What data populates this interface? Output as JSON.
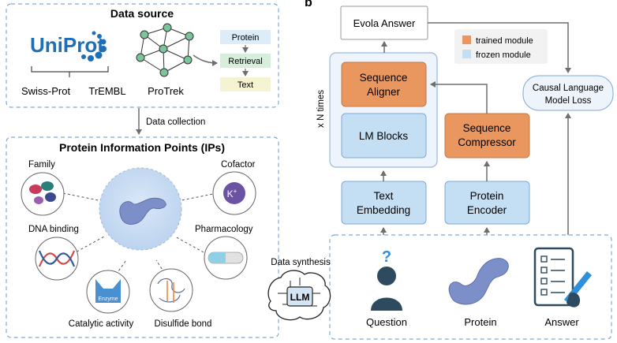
{
  "panel_b_label": "b",
  "data_source": {
    "title": "Data source",
    "uniprot_logo": "UniProt",
    "swissprot": "Swiss-Prot",
    "trembl": "TrEMBL",
    "protrek": "ProTrek",
    "flow": [
      "Protein",
      "Retrieval",
      "Text"
    ]
  },
  "data_collection": "Data collection",
  "ips": {
    "title": "Protein Information Points (IPs)",
    "family": "Family",
    "cofactor": "Cofactor",
    "dna_binding": "DNA binding",
    "pharmacology": "Pharmacology",
    "catalytic": "Catalytic activity",
    "disulfide": "Disulfide bond",
    "enzyme_label": "Enzyme",
    "kplus": "K",
    "kplus_sup": "+"
  },
  "model": {
    "evola_answer": "Evola Answer",
    "sequence_aligner": [
      "Sequence",
      "Aligner"
    ],
    "lm_blocks": "LM Blocks",
    "sequence_compressor": [
      "Sequence",
      "Compressor"
    ],
    "text_embedding": [
      "Text",
      "Embedding"
    ],
    "protein_encoder": [
      "Protein",
      "Encoder"
    ],
    "repeat": "x N times",
    "loss": [
      "Causal Language",
      "Model Loss"
    ],
    "legend": {
      "trained": "trained module",
      "frozen": "frozen module"
    }
  },
  "synthesis": {
    "label": "Data synthesis",
    "llm": "LLM",
    "question": "Question",
    "protein": "Protein",
    "answer": "Answer",
    "question_mark": "?"
  },
  "colors": {
    "trained": "#e9975f",
    "frozen": "#c4def3",
    "frozen_border": "#7ea9d6",
    "dashed": "#7ea9d6",
    "uniprot": "#1f6fb6",
    "network": "#7cc49a",
    "protein": "#7d8fc9"
  }
}
